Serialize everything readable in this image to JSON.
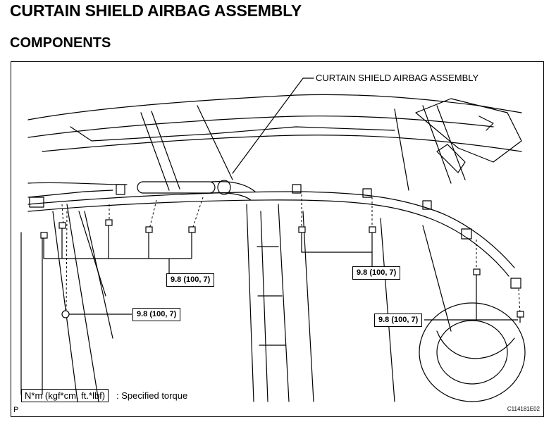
{
  "header": {
    "title": "CURTAIN SHIELD AIRBAG ASSEMBLY",
    "subtitle": "COMPONENTS"
  },
  "diagram": {
    "callout": "CURTAIN SHIELD AIRBAG ASSEMBLY",
    "torque_labels": [
      "9.8 (100, 7)",
      "9.8 (100, 7)",
      "9.8 (100, 7)",
      "9.8 (100, 7)"
    ]
  },
  "legend": {
    "unit_box": "N*m (kgf*cm, ft.*lbf)",
    "description": ": Specified torque"
  },
  "footer": {
    "corner_letter": "P",
    "figure_code": "C114181E02"
  }
}
